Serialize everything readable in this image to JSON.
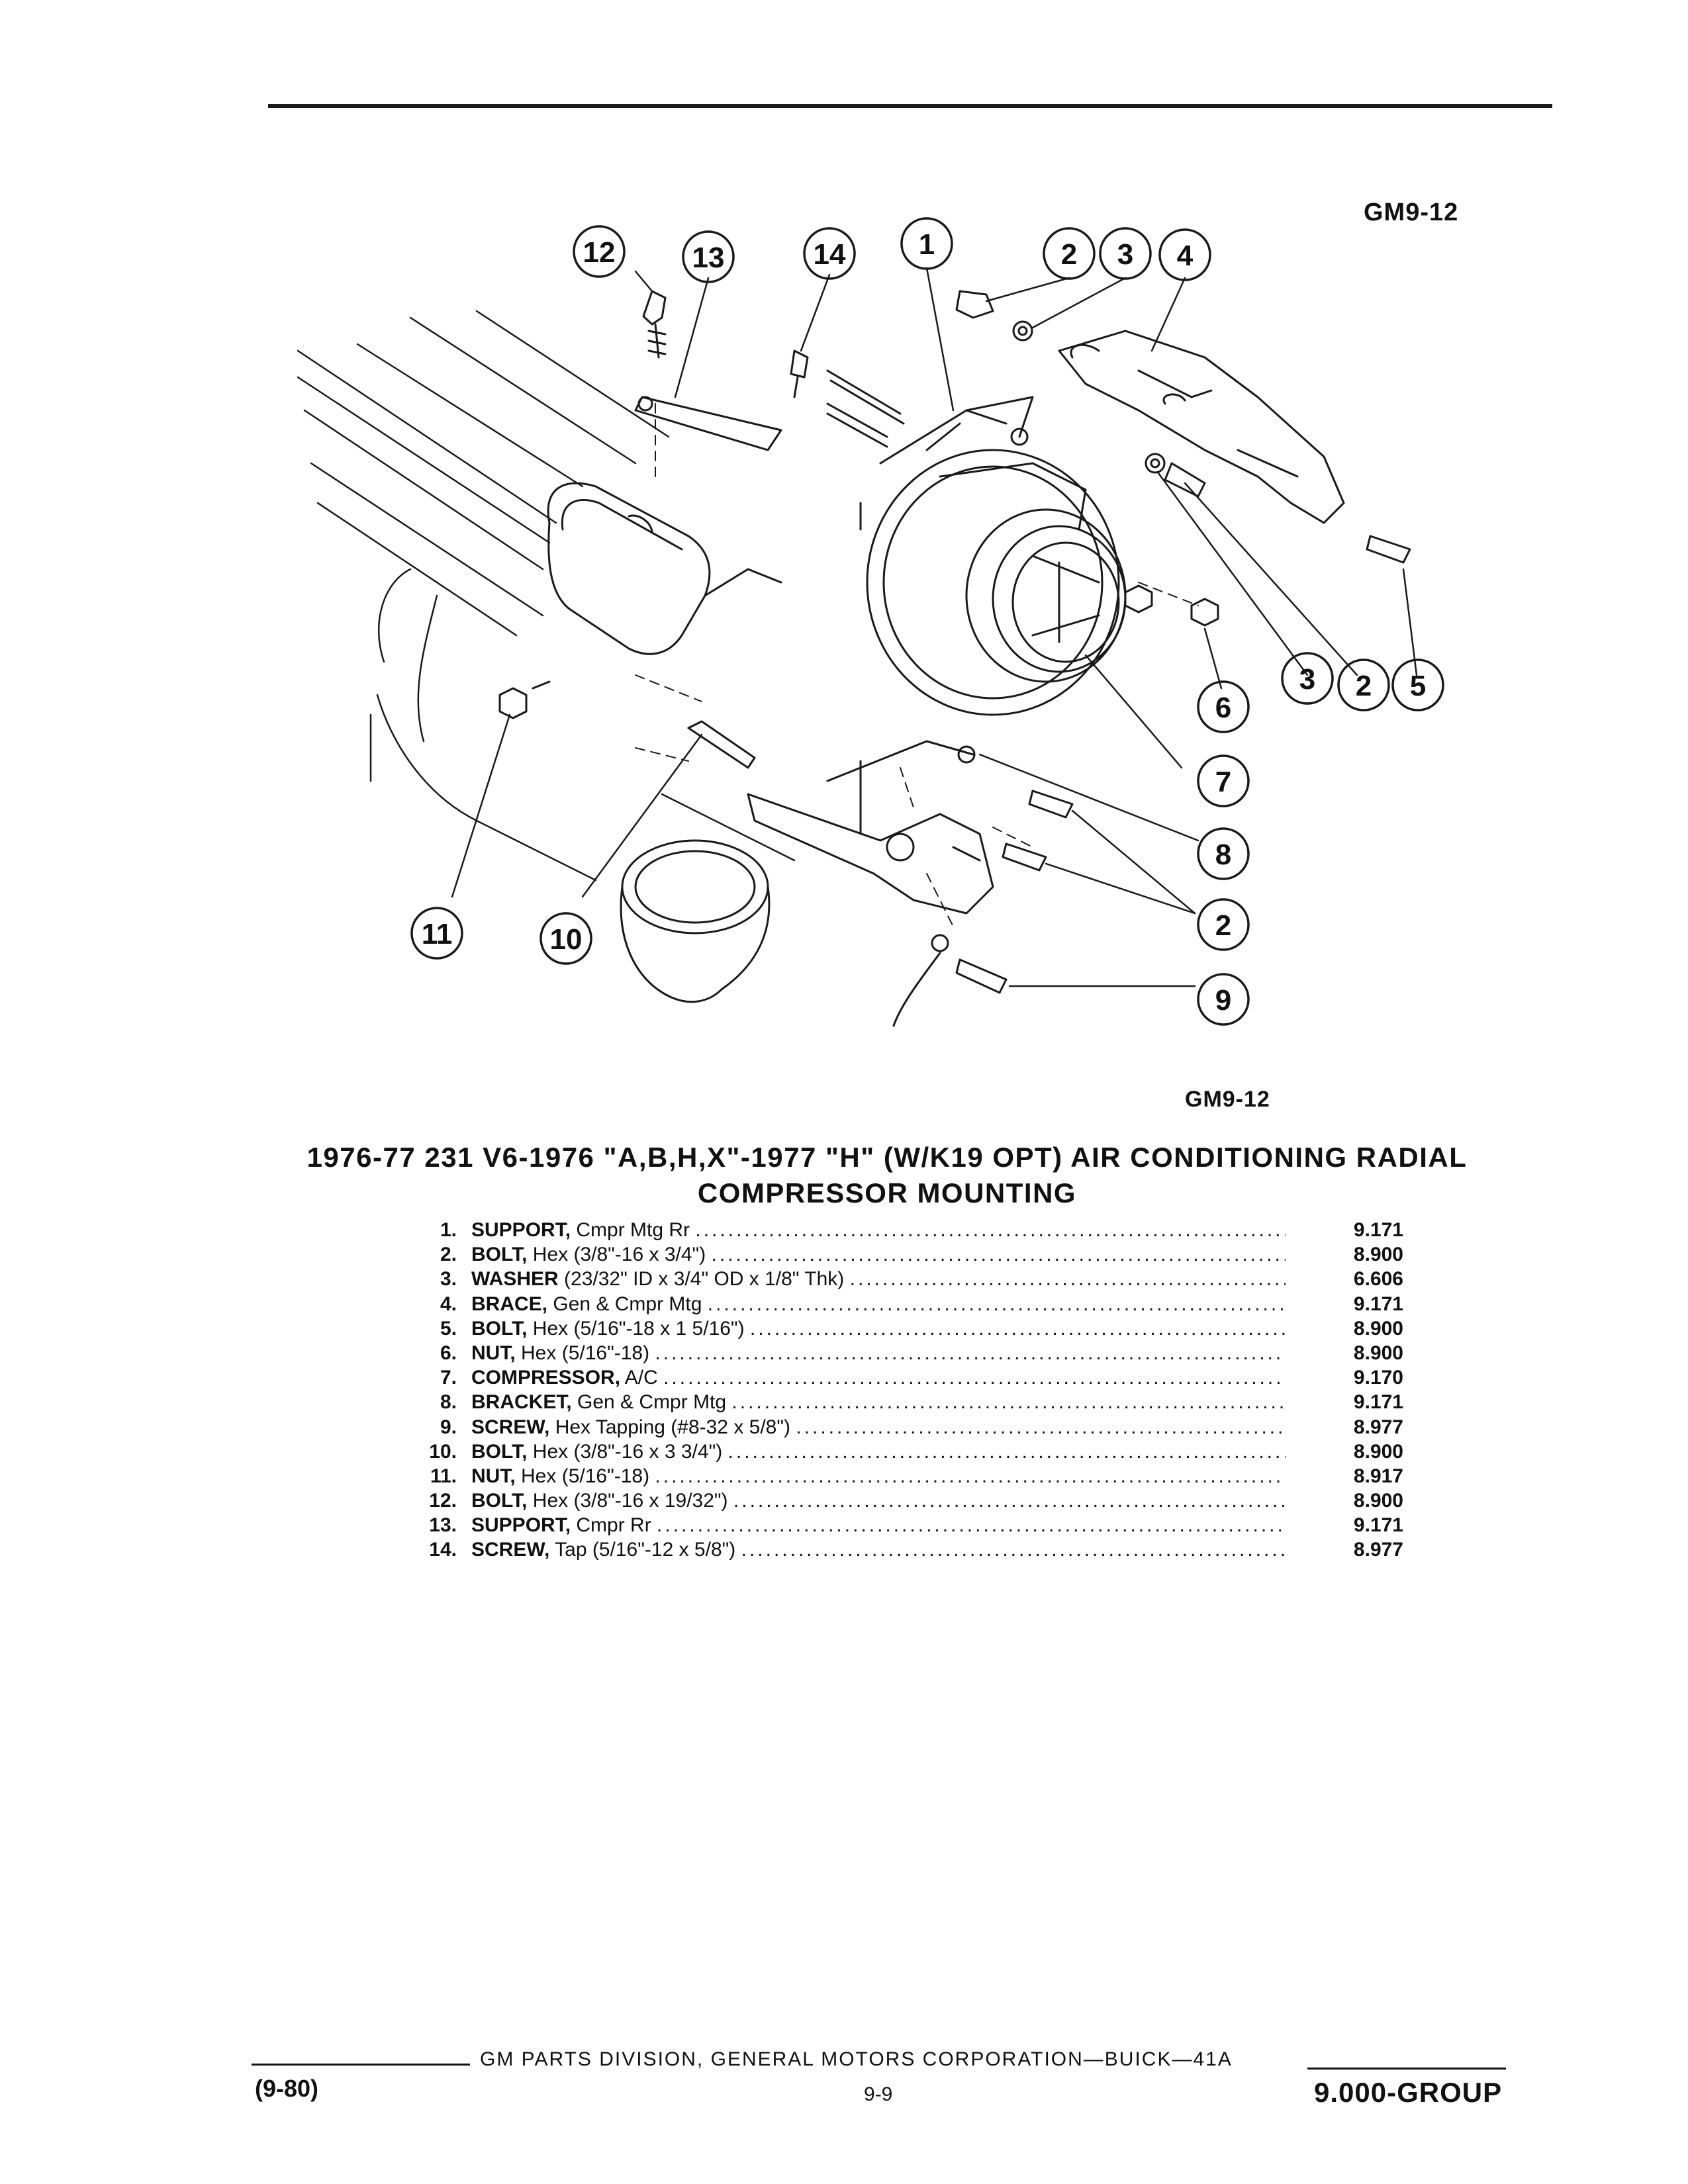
{
  "figure": {
    "code_top": "GM9-12",
    "code_bottom": "GM9-12"
  },
  "callouts": [
    "12",
    "13",
    "14",
    "1",
    "2",
    "3",
    "4",
    "3",
    "2",
    "5",
    "6",
    "7",
    "8",
    "2",
    "9",
    "11",
    "10"
  ],
  "title": {
    "line1": "1976-77 231 V6-1976 \"A,B,H,X\"-1977 \"H\" (W/K19 OPT) AIR CONDITIONING RADIAL",
    "line2": "COMPRESSOR MOUNTING"
  },
  "parts": [
    {
      "num": "1.",
      "name": "SUPPORT,",
      "desc": "Cmpr Mtg Rr",
      "group": "9.171"
    },
    {
      "num": "2.",
      "name": "BOLT,",
      "desc": "Hex (3/8\"-16 x 3/4\")",
      "group": "8.900"
    },
    {
      "num": "3.",
      "name": "WASHER",
      "desc": "(23/32\" ID x 3/4\" OD x 1/8\" Thk)",
      "group": "6.606"
    },
    {
      "num": "4.",
      "name": "BRACE,",
      "desc": "Gen & Cmpr Mtg",
      "group": "9.171"
    },
    {
      "num": "5.",
      "name": "BOLT,",
      "desc": "Hex (5/16\"-18 x 1 5/16\")",
      "group": "8.900"
    },
    {
      "num": "6.",
      "name": "NUT,",
      "desc": "Hex (5/16\"-18)",
      "group": "8.900"
    },
    {
      "num": "7.",
      "name": "COMPRESSOR,",
      "desc": "A/C",
      "group": "9.170"
    },
    {
      "num": "8.",
      "name": "BRACKET,",
      "desc": "Gen & Cmpr Mtg",
      "group": "9.171"
    },
    {
      "num": "9.",
      "name": "SCREW,",
      "desc": "Hex Tapping (#8-32 x 5/8\")",
      "group": "8.977"
    },
    {
      "num": "10.",
      "name": "BOLT,",
      "desc": "Hex (3/8\"-16 x 3 3/4\")",
      "group": "8.900"
    },
    {
      "num": "11.",
      "name": "NUT,",
      "desc": "Hex (5/16\"-18)",
      "group": "8.917"
    },
    {
      "num": "12.",
      "name": "BOLT,",
      "desc": "Hex (3/8\"-16 x 19/32\")",
      "group": "8.900"
    },
    {
      "num": "13.",
      "name": "SUPPORT,",
      "desc": "Cmpr Rr",
      "group": "9.171"
    },
    {
      "num": "14.",
      "name": "SCREW,",
      "desc": "Tap (5/16\"-12 x 5/8\")",
      "group": "8.977"
    }
  ],
  "footer": {
    "center": "GM PARTS DIVISION, GENERAL MOTORS CORPORATION—BUICK—41A",
    "date": "(9-80)",
    "page": "9-9",
    "group": "9.000-GROUP"
  }
}
